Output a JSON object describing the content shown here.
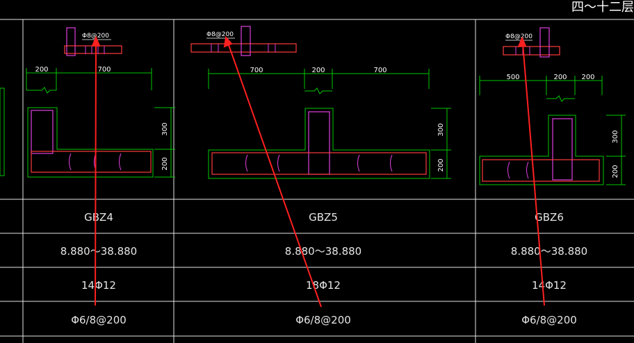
{
  "header": {
    "title_fragment": "四～十二层"
  },
  "columns": [
    {
      "id": "gbz4",
      "name": "GBZ4",
      "elevation": "8.880～38.880",
      "longitudinal": "14Φ12",
      "stirrup": "Φ6/8@200",
      "callout": "Φ8@200",
      "dims_top": [
        "200",
        "700"
      ],
      "dims_side": [
        "300",
        "200"
      ]
    },
    {
      "id": "gbz5",
      "name": "GBZ5",
      "elevation": "8.880～38.880",
      "longitudinal": "18Φ12",
      "stirrup": "Φ6/8@200",
      "callout": "Φ8@200",
      "dims_top": [
        "700",
        "200",
        "700"
      ],
      "dims_side": [
        "300",
        "200"
      ]
    },
    {
      "id": "gbz6",
      "name": "GBZ6",
      "elevation": "8.880～38.880",
      "longitudinal": "14Φ12",
      "stirrup": "Φ6/8@200",
      "callout": "Φ8@200",
      "dims_top": [
        "500",
        "200",
        "200"
      ],
      "dims_side": [
        "300",
        "200"
      ]
    }
  ],
  "colors": {
    "background": "#000000",
    "grid": "#e6e6e6",
    "concrete_outline": "#00c800",
    "dimension": "#00c800",
    "rebar_stirrup": "#ff3b3b",
    "rebar_tie": "#e040e0",
    "annotation_arrow": "#ff2020"
  }
}
